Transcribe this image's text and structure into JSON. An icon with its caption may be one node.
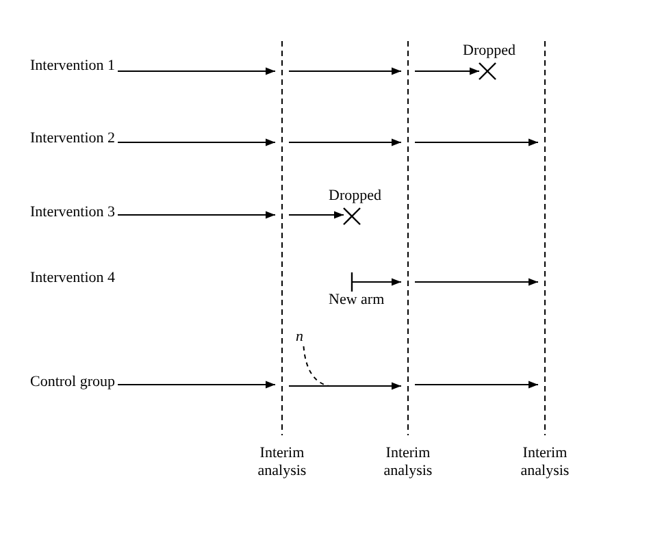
{
  "diagram": {
    "nodes": [
      {
        "text": [
          "Intervention 1"
        ]
      },
      {
        "text": [],
        "shape": "cross",
        "beside": [
          "Dropped"
        ]
      },
      {
        "text": [
          "Intervention 2"
        ]
      },
      {
        "text": [
          "Intervention 3"
        ]
      },
      {
        "text": [],
        "shape": "cross",
        "beside": [
          "Dropped"
        ]
      },
      {
        "text": [
          "New arm"
        ]
      },
      {
        "text": [
          "n"
        ]
      },
      {
        "text": [
          "Control group"
        ]
      },
      {
        "text": [],
        "shape": "line",
        "beside": [
          "Interim analysis"
        ]
      },
      {
        "text": [],
        "shape": "line",
        "beside": [
          "Interim analysis"
        ]
      },
      {
        "text": [],
        "shape": "line",
        "beside": [
          "Interim analysis"
        ]
      }
    ],
    "edges": [
      {
        "from": 0,
        "to": 8,
        "arrow": "to"
      },
      {
        "from": 8,
        "to": 9,
        "arrow": "to"
      },
      {
        "from": 9,
        "to": 1,
        "arrow": "to"
      },
      {
        "from": 2,
        "to": 8,
        "arrow": "to"
      },
      {
        "from": 8,
        "to": 9,
        "arrow": "to"
      },
      {
        "from": 9,
        "to": 10,
        "arrow": "to"
      },
      {
        "from": 3,
        "to": 8,
        "arrow": "to"
      },
      {
        "from": 8,
        "to": 4,
        "arrow": "to"
      },
      {
        "from": 5,
        "to": 9,
        "arrow": "to"
      },
      {
        "from": 9,
        "to": 10,
        "arrow": "to"
      },
      {
        "from": 7,
        "to": 8,
        "arrow": "to"
      },
      {
        "from": 8,
        "to": 9,
        "arrow": "to"
      },
      {
        "from": 9,
        "to": 10,
        "arrow": "to"
      },
      {
        "from": 6,
        "to": null,
        "arrow": "none",
        "style": "dashed"
      }
    ],
    "labels": [
      "Intervention 4"
    ]
  }
}
